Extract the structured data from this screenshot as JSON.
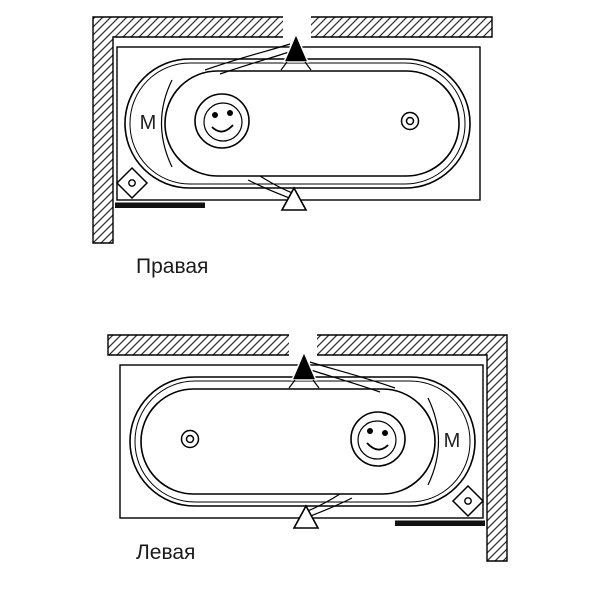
{
  "colors": {
    "line": "#000000",
    "fill": "#ffffff",
    "hatch": "#333333",
    "screen_bar": "#111111"
  },
  "diagrams": [
    {
      "label": "Правая",
      "orientation": "right",
      "marker_label": "M"
    },
    {
      "label": "Левая",
      "orientation": "left",
      "marker_label": "M"
    }
  ],
  "symbols": {
    "wall_arrow": "filled-up-arrow",
    "drain_triangle": "outlined-triangle",
    "floor_drain": "diamond-with-dot",
    "drain_cover": "smiley-face-drain",
    "overflow": "double-circle"
  }
}
